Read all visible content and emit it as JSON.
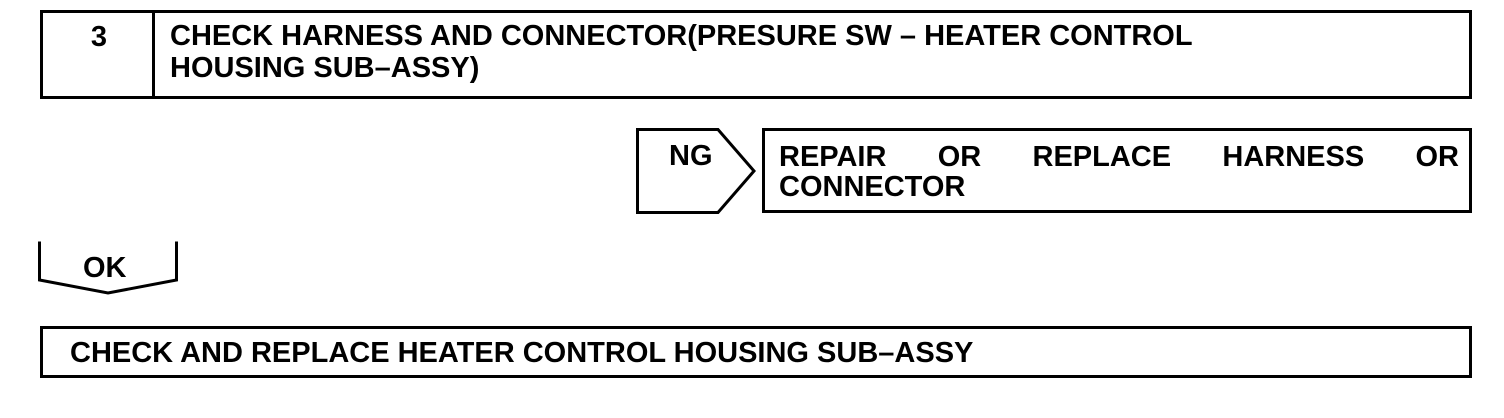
{
  "step": {
    "number": "3",
    "title_line1": "CHECK HARNESS AND CONNECTOR(PRESURE SW – HEATER CONTROL",
    "title_line2": "HOUSING SUB–ASSY)"
  },
  "ng_branch": {
    "label": "NG",
    "action_words": [
      "REPAIR",
      "OR",
      "REPLACE",
      "HARNESS",
      "OR"
    ],
    "action_line2": "CONNECTOR"
  },
  "ok_branch": {
    "label": "OK"
  },
  "final_step": {
    "text": "CHECK AND REPLACE HEATER CONTROL HOUSING SUB–ASSY"
  }
}
